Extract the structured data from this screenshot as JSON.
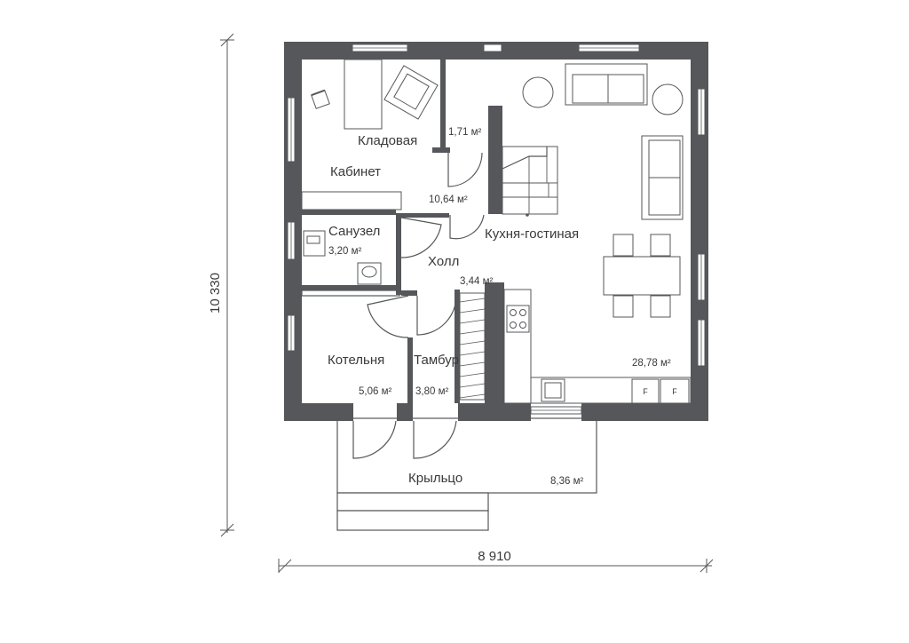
{
  "dimensions": {
    "height": "10 330",
    "width": "8 910"
  },
  "rooms": {
    "storage": {
      "name": "Кладовая",
      "area": "1,71 м²"
    },
    "study": {
      "name": "Кабинет",
      "area": "10,64 м²"
    },
    "bathroom": {
      "name": "Санузел",
      "area": "3,20 м²"
    },
    "hall": {
      "name": "Холл",
      "area": "3,44 м²"
    },
    "kitchen_living": {
      "name": "Кухня-гостиная",
      "area": "28,78 м²"
    },
    "boiler": {
      "name": "Котельня",
      "area": "5,06 м²"
    },
    "vestibule": {
      "name": "Тамбур",
      "area": "3,80 м²"
    },
    "porch": {
      "name": "Крыльцо",
      "area": "8,36 м²"
    }
  },
  "appliances": {
    "fridge_left": "F",
    "fridge_right": "F"
  }
}
